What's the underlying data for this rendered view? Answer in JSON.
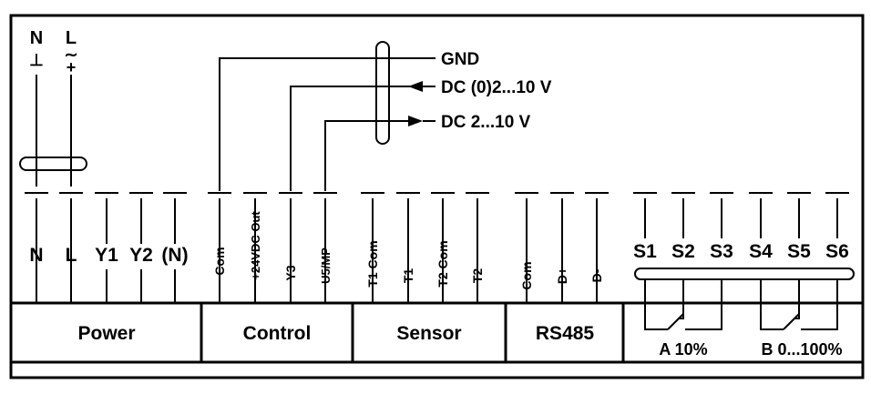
{
  "supply": {
    "n_label": "N",
    "l_label": "L",
    "n_symbol": "⊥",
    "l_symbol": "∼",
    "l_plus": "+"
  },
  "signals": {
    "gnd": "GND",
    "dc_010": "DC (0)2...10 V",
    "dc_210": "DC 2...10 V"
  },
  "power_terminals": [
    "N",
    "L",
    "Y1",
    "Y2",
    "(N)"
  ],
  "control_terminals": [
    "Com",
    "+24VDC Out",
    "Y3",
    "U5/MP"
  ],
  "sensor_terminals": [
    "T1 Com",
    "T1",
    "T2 Com",
    "T2"
  ],
  "rs485_terminals": [
    "Com",
    "D+",
    "D-"
  ],
  "switch_terminals": [
    "S1",
    "S2",
    "S3",
    "S4",
    "S5",
    "S6"
  ],
  "sections": {
    "power": "Power",
    "control": "Control",
    "sensor": "Sensor",
    "rs485": "RS485"
  },
  "switches": {
    "a_label": "A 10%",
    "b_label": "B 0...100%"
  }
}
